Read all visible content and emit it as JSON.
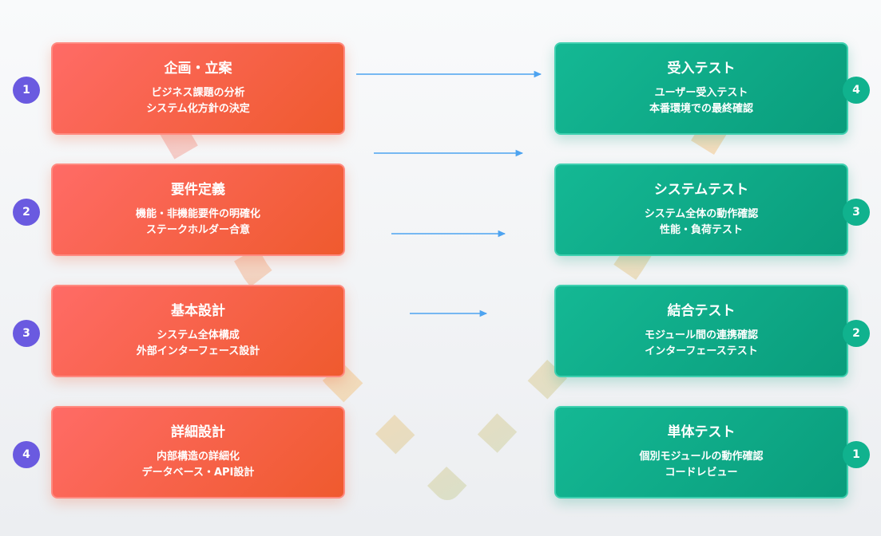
{
  "colors": {
    "left_start": "#ff6b66",
    "left_end": "#ef5a2e",
    "right_start": "#14b894",
    "right_end": "#0a9d7c",
    "left_badge": "#6a5ae0",
    "right_badge": "#10b28e",
    "arrow": "#4da3f0"
  },
  "left": [
    {
      "badge": "1",
      "title": "企画・立案",
      "lines": [
        "ビジネス課題の分析",
        "システム化方針の決定"
      ]
    },
    {
      "badge": "2",
      "title": "要件定義",
      "lines": [
        "機能・非機能要件の明確化",
        "ステークホルダー合意"
      ]
    },
    {
      "badge": "3",
      "title": "基本設計",
      "lines": [
        "システム全体構成",
        "外部インターフェース設計"
      ]
    },
    {
      "badge": "4",
      "title": "詳細設計",
      "lines": [
        "内部構造の詳細化",
        "データベース・API設計"
      ]
    }
  ],
  "right": [
    {
      "badge": "4",
      "title": "受入テスト",
      "lines": [
        "ユーザー受入テスト",
        "本番環境での最終確認"
      ]
    },
    {
      "badge": "3",
      "title": "システムテスト",
      "lines": [
        "システム全体の動作確認",
        "性能・負荷テスト"
      ]
    },
    {
      "badge": "2",
      "title": "結合テスト",
      "lines": [
        "モジュール間の連携確認",
        "インターフェーステスト"
      ]
    },
    {
      "badge": "1",
      "title": "単体テスト",
      "lines": [
        "個別モジュールの動作確認",
        "コードレビュー"
      ]
    }
  ]
}
